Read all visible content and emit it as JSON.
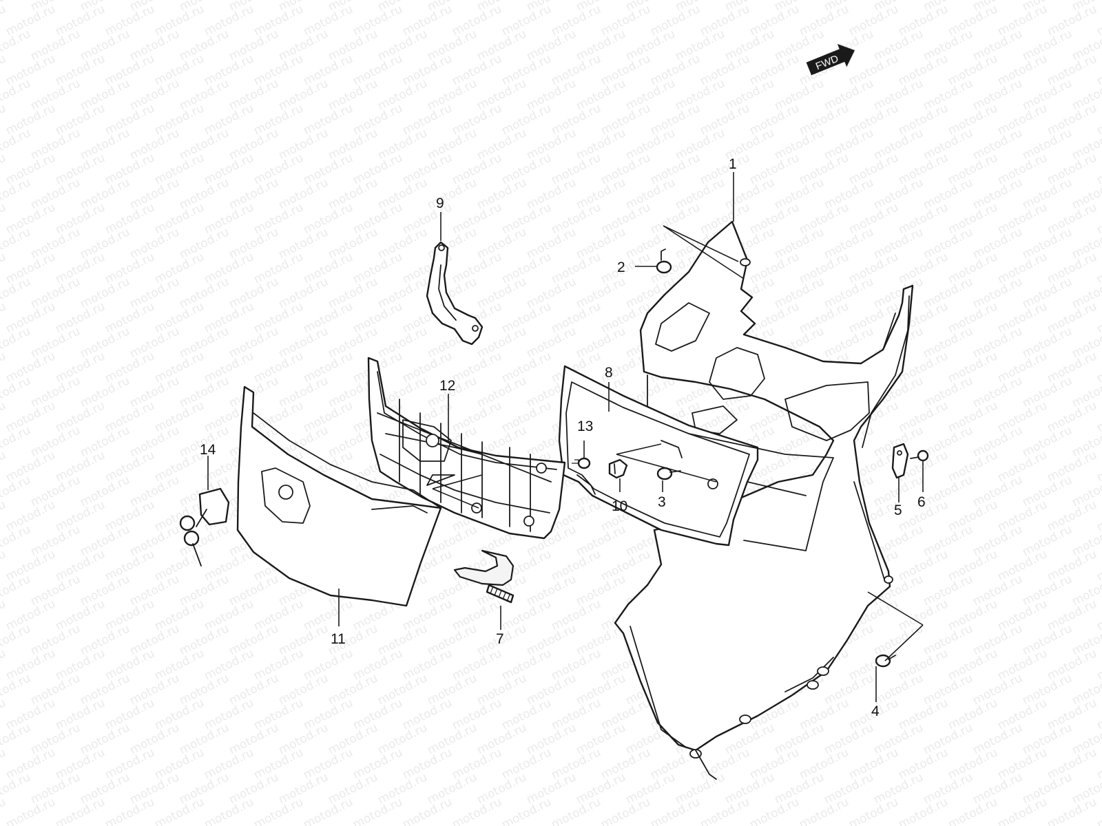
{
  "watermark": "motod.ru",
  "direction_badge": {
    "label": "FWD",
    "icon": "forward-arrow-icon"
  },
  "callouts": [
    "1",
    "2",
    "3",
    "4",
    "5",
    "6",
    "7",
    "8",
    "9",
    "10",
    "11",
    "12",
    "13",
    "14"
  ]
}
